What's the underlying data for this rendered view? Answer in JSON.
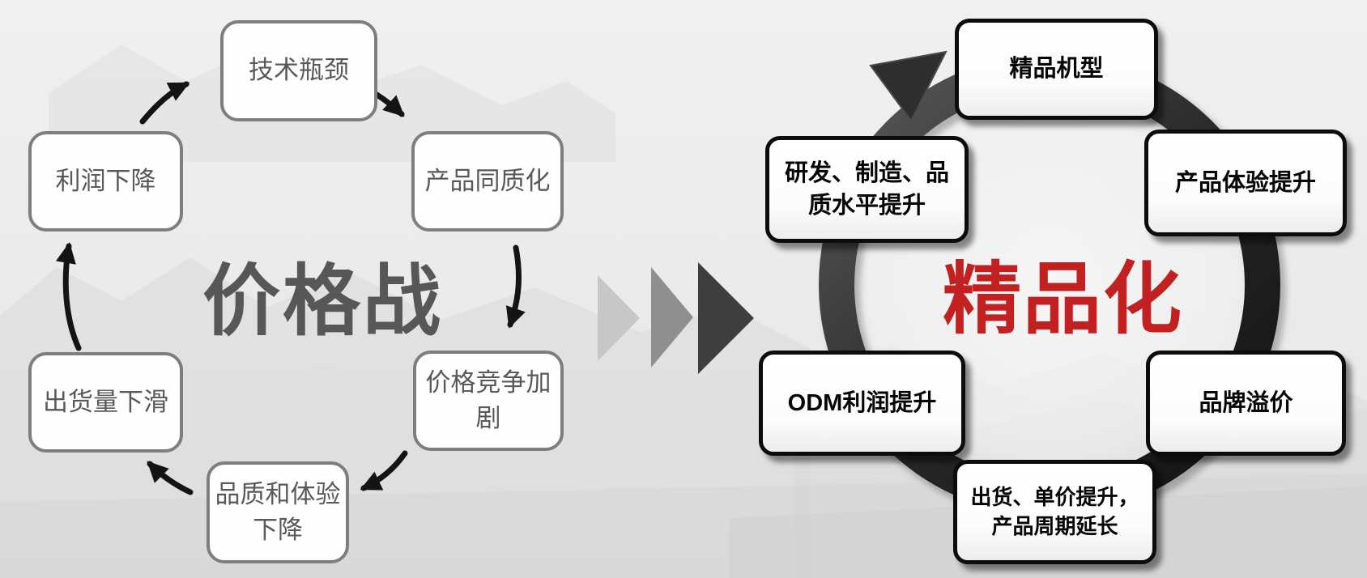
{
  "left_cycle": {
    "title": "价格战",
    "title_color": "#575757",
    "box_border_color": "#7e7e7e",
    "arrow_color": "#141414",
    "nodes": [
      {
        "id": "tech-bottleneck",
        "lines": [
          "技术瓶颈"
        ]
      },
      {
        "id": "homogenization",
        "lines": [
          "产品同质化"
        ]
      },
      {
        "id": "price-competition",
        "lines": [
          "价格竞争加",
          "剧"
        ]
      },
      {
        "id": "quality-decline",
        "lines": [
          "品质和体验",
          "下降"
        ]
      },
      {
        "id": "shipment-decline",
        "lines": [
          "出货量下滑"
        ]
      },
      {
        "id": "profit-decline",
        "lines": [
          "利润下降"
        ]
      }
    ]
  },
  "transition": {
    "chevrons": [
      "#c7c7c7",
      "#8f8f8f",
      "#3e3e3e"
    ]
  },
  "right_cycle": {
    "title": "精品化",
    "title_color": "#c32121",
    "ring_color": "#1f1f1f",
    "box_border_color": "#0c0c0c",
    "nodes": [
      {
        "id": "premium-model",
        "lines": [
          "精品机型"
        ]
      },
      {
        "id": "experience-up",
        "lines": [
          "产品体验提升"
        ]
      },
      {
        "id": "brand-premium",
        "lines": [
          "品牌溢价"
        ]
      },
      {
        "id": "shipment-price-up",
        "lines": [
          "出货、单价提升，",
          "产品周期延长"
        ]
      },
      {
        "id": "odm-profit-up",
        "lines": [
          "ODM利润提升"
        ]
      },
      {
        "id": "rnd-quality-up",
        "lines": [
          "研发、制造、品",
          "质水平提升"
        ]
      }
    ]
  }
}
